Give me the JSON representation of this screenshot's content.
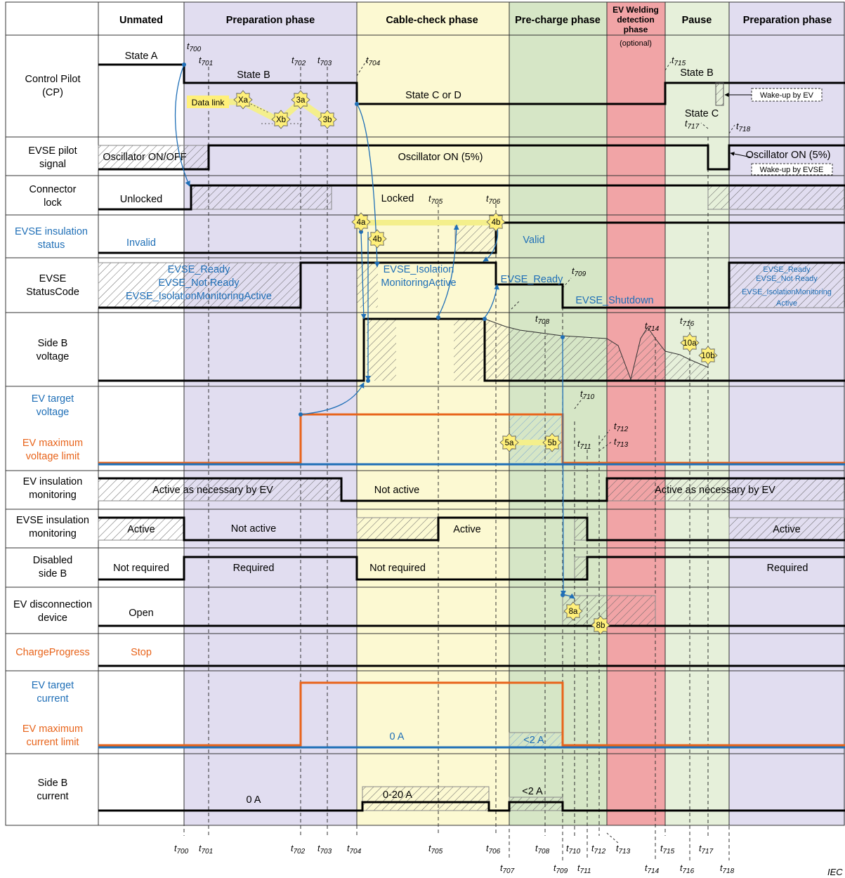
{
  "phases": [
    {
      "key": "unmated",
      "label": "Unmated"
    },
    {
      "key": "prep1",
      "label": "Preparation phase"
    },
    {
      "key": "cable",
      "label": "Cable-check phase"
    },
    {
      "key": "precharge",
      "label": "Pre-charge phase"
    },
    {
      "key": "welding",
      "label_lines": [
        "EV Welding",
        "detection",
        "phase"
      ],
      "sub": "(optional)"
    },
    {
      "key": "pause",
      "label": "Pause"
    },
    {
      "key": "prep2",
      "label": "Preparation phase"
    }
  ],
  "rows": [
    {
      "key": "cp",
      "lines": [
        "Control Pilot",
        "(CP)"
      ],
      "color": "black"
    },
    {
      "key": "pilot",
      "lines": [
        "EVSE pilot",
        "signal"
      ],
      "color": "black"
    },
    {
      "key": "lock",
      "lines": [
        "Connector",
        "lock"
      ],
      "color": "black"
    },
    {
      "key": "iso",
      "lines": [
        "EVSE insulation",
        "status"
      ],
      "color": "blue"
    },
    {
      "key": "status",
      "lines": [
        "EVSE",
        "StatusCode"
      ],
      "color": "black"
    },
    {
      "key": "sbv",
      "lines": [
        "Side B",
        "voltage"
      ],
      "color": "black"
    },
    {
      "key": "evtv",
      "lines": [
        "EV target",
        "voltage"
      ],
      "color": "blue",
      "lines2": [
        "EV maximum",
        "voltage limit"
      ],
      "color2": "orange"
    },
    {
      "key": "evim",
      "lines": [
        "EV insulation",
        "monitoring"
      ],
      "color": "black"
    },
    {
      "key": "evseim",
      "lines": [
        "EVSE insulation",
        "monitoring"
      ],
      "color": "black"
    },
    {
      "key": "dis",
      "lines": [
        "Disabled",
        "side B"
      ],
      "color": "black"
    },
    {
      "key": "evdd",
      "lines": [
        "EV disconnection",
        "device"
      ],
      "color": "black"
    },
    {
      "key": "cprog",
      "lines": [
        "ChargeProgress"
      ],
      "color": "orange"
    },
    {
      "key": "evtc",
      "lines": [
        "EV target",
        "current"
      ],
      "color": "blue",
      "lines2": [
        "EV maximum",
        "current limit"
      ],
      "color2": "orange"
    },
    {
      "key": "sbc",
      "lines": [
        "Side B",
        "current"
      ],
      "color": "black"
    }
  ],
  "labels": {
    "state_a": "State A",
    "state_b": "State B",
    "state_c_or_d": "State C or D",
    "state_b2": "State B",
    "state_c": "State C",
    "data_link": "Data link",
    "wake_ev": "Wake-up by EV",
    "wake_evse": "Wake-up by EVSE",
    "osc_onoff": "Oscillator ON/OFF",
    "osc_on": "Oscillator ON (5%)",
    "osc_on2": "Oscillator ON (5%)",
    "unlocked": "Unlocked",
    "locked": "Locked",
    "invalid": "Invalid",
    "valid": "Valid",
    "evse_ready": "EVSE_Ready",
    "evse_not_ready": "EVSE_Not Ready",
    "evse_iso_active": "EVSE_IsolationMonitoringActive",
    "evse_iso_line1": "EVSE_Isolation",
    "evse_iso_line2": "MonitoringActive",
    "evse_ready2": "EVSE_Ready",
    "evse_shutdown": "EVSE_Shutdown",
    "r_ready": "EVSE_Ready",
    "r_not_ready": "EVSE_Not Ready",
    "r_iso": "EVSE_IsolationMonitoring",
    "r_active": "Active",
    "active_nec": "Active as necessary by EV",
    "not_active": "Not active",
    "active_nec2": "Active as necessary by EV",
    "evse_active": "Active",
    "evse_not_active": "Not active",
    "evse_active2": "Active",
    "evse_active3": "Active",
    "not_required": "Not required",
    "required": "Required",
    "not_required2": "Not required",
    "required2": "Required",
    "open": "Open",
    "stop": "Stop",
    "zero_a": "0 A",
    "lt2a": "<2 A",
    "zero_a2": "0 A",
    "zero20": "0-20 A",
    "lt2a2": "<2 A",
    "footer": "IEC"
  },
  "badges": [
    "Xa",
    "Xb",
    "3a",
    "3b",
    "4a",
    "4b",
    "4b",
    "5a",
    "5b",
    "8a",
    "8b",
    "10a",
    "10b"
  ],
  "ticks_bottom": [
    "700",
    "701",
    "702",
    "703",
    "704",
    "705",
    "706",
    "707",
    "708",
    "709",
    "710",
    "711",
    "712",
    "713",
    "714",
    "715",
    "716",
    "717",
    "718"
  ],
  "ticks_top": [
    "700",
    "701",
    "702",
    "703",
    "704",
    "705",
    "706",
    "708",
    "709",
    "710",
    "711",
    "712",
    "713",
    "714",
    "715",
    "716",
    "717",
    "718"
  ],
  "colors": {
    "unmated": "#ffffff",
    "prep": "#e1ddf0",
    "cable": "#fcf9d2",
    "precharge": "#d6e6c6",
    "welding": "#f1a4a6",
    "pause": "#e6f0da",
    "blue": "#1f6fb7",
    "orange": "#e8641b",
    "badge": "#fff07a",
    "bar": "#f4ef8c"
  }
}
